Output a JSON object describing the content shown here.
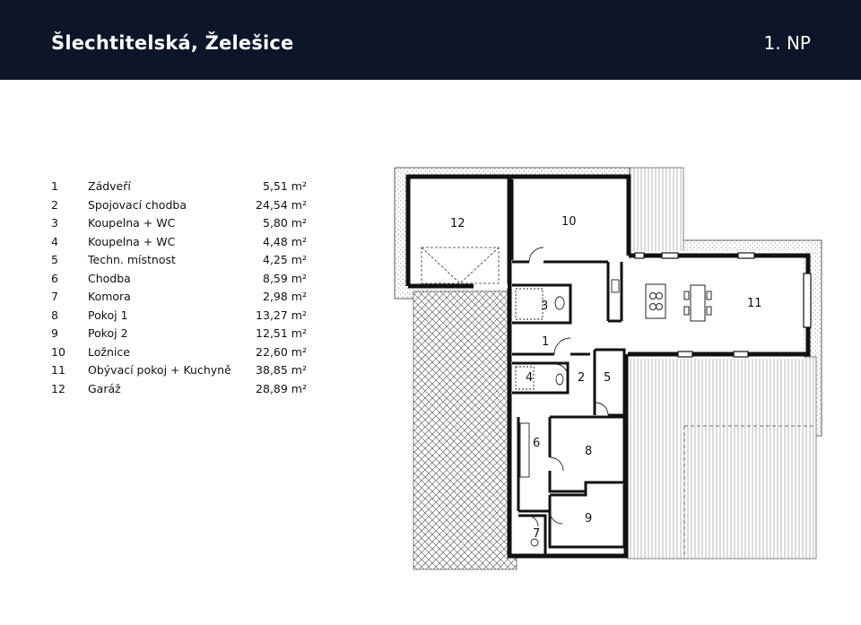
{
  "header": {
    "title": "Šlechtitelská, Želešice",
    "floor": "1. NP"
  },
  "legend": [
    {
      "num": "1",
      "name": "Zádveří",
      "area": "5,51 m²"
    },
    {
      "num": "2",
      "name": "Spojovací chodba",
      "area": "24,54 m²"
    },
    {
      "num": "3",
      "name": "Koupelna + WC",
      "area": "5,80 m²"
    },
    {
      "num": "4",
      "name": "Koupelna + WC",
      "area": "4,48 m²"
    },
    {
      "num": "5",
      "name": "Techn. místnost",
      "area": "4,25 m²"
    },
    {
      "num": "6",
      "name": "Chodba",
      "area": "8,59 m²"
    },
    {
      "num": "7",
      "name": "Komora",
      "area": "2,98 m²"
    },
    {
      "num": "8",
      "name": "Pokoj 1",
      "area": "13,27 m²"
    },
    {
      "num": "9",
      "name": "Pokoj 2",
      "area": "12,51 m²"
    },
    {
      "num": "10",
      "name": "Ložnice",
      "area": "22,60 m²"
    },
    {
      "num": "11",
      "name": "Obývací pokoj + Kuchyně",
      "area": "38,85 m²"
    },
    {
      "num": "12",
      "name": "Garáž",
      "area": "28,89 m²"
    }
  ],
  "plan": {
    "room_labels": {
      "r1": "1",
      "r2": "2",
      "r3": "3",
      "r4": "4",
      "r5": "5",
      "r6": "6",
      "r7": "7",
      "r8": "8",
      "r9": "9",
      "r10": "10",
      "r11": "11",
      "r12": "12"
    },
    "colors": {
      "wall": "#111111",
      "header_bg": "#0c1628"
    }
  }
}
